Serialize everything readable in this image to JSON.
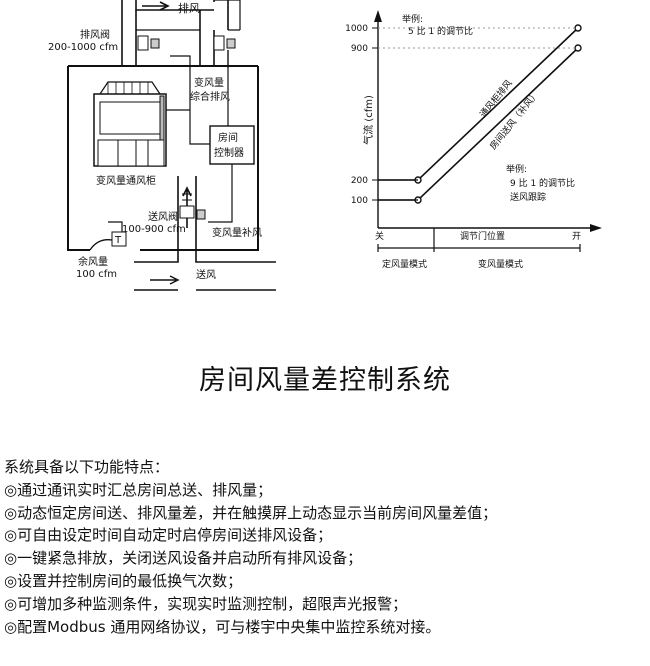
{
  "system_diagram": {
    "exhaust_label": "排风",
    "exhaust_valve": "排风阀",
    "exhaust_range": "200-1000 cfm",
    "vav_general_exhaust": [
      "变风量",
      "综合排风"
    ],
    "room_controller": [
      "房间",
      "控制器"
    ],
    "fume_hood": "变风量通风柜",
    "supply_valve": "送风阀",
    "supply_range": "100-900 cfm",
    "vav_makeup": "变风量补风",
    "thermostat": "T",
    "residual_air": "余风量",
    "residual_value": "100 cfm",
    "supply_label": "送风"
  },
  "flow_chart": {
    "y_axis_label": "气流 (cfm)",
    "y_ticks": [
      "1000",
      "900",
      "200",
      "100"
    ],
    "x_start": "关",
    "x_end": "开",
    "x_axis_label": "调节门位置",
    "example1": [
      "举例:",
      "5 比 1 的调节比"
    ],
    "example2": [
      "举例:",
      "9 比 1 的调节比",
      "送风跟踪"
    ],
    "line_exhaust": "通风柜排风",
    "line_supply": "房间送风（补风）",
    "mode_constant": "定风量模式",
    "mode_variable": "变风量模式"
  },
  "chart_data": {
    "type": "line",
    "x": [
      0,
      0.2,
      1
    ],
    "series": [
      {
        "name": "通风柜排风",
        "values": [
          200,
          200,
          1000
        ]
      },
      {
        "name": "房间送风（补风）",
        "values": [
          100,
          100,
          900
        ]
      }
    ],
    "ylabel": "气流 (cfm)",
    "xlabel": "调节门位置"
  },
  "title": "房间风量差控制系统",
  "features": {
    "heading": "系统具备以下功能特点：",
    "items": [
      "◎通过通讯实时汇总房间总送、排风量；",
      "◎动态恒定房间送、排风量差，并在触摸屏上动态显示当前房间风量差值；",
      "◎可自由设定时间自动定时启停房间送排风设备；",
      "◎一键紧急排放，关闭送风设备并启动所有排风设备；",
      "◎设置并控制房间的最低换气次数；",
      "◎可增加多种监测条件，实现实时监测控制，超限声光报警；",
      "◎配置Modbus 通用网络协议，可与楼宇中央集中监控系统对接。"
    ]
  }
}
